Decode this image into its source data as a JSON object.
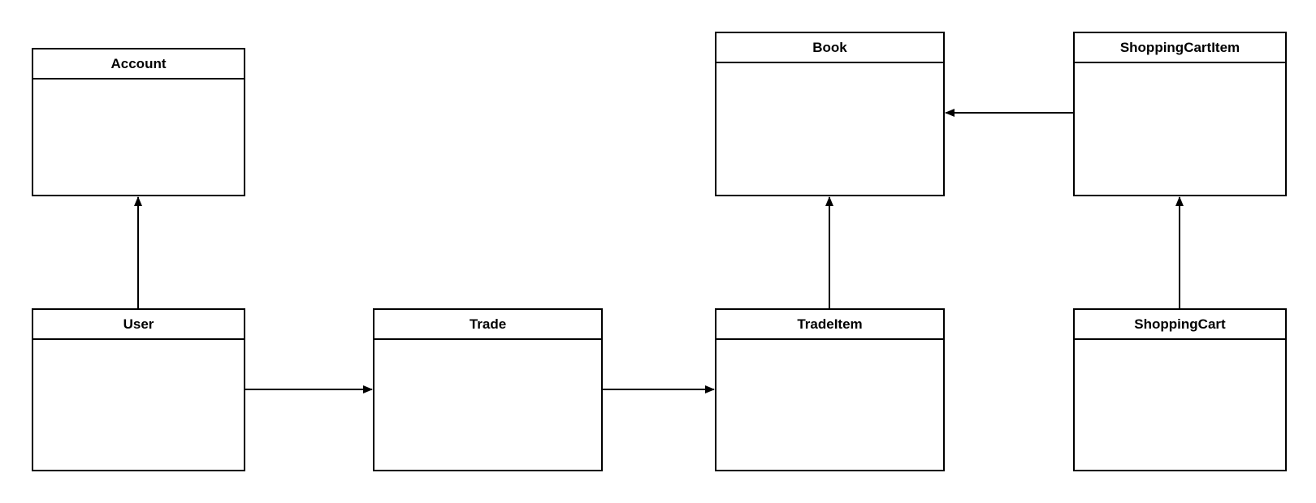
{
  "diagram": {
    "classes": {
      "account": "Account",
      "book": "Book",
      "shoppingcartitem": "ShoppingCartItem",
      "user": "User",
      "trade": "Trade",
      "tradeitem": "TradeItem",
      "shoppingcart": "ShoppingCart"
    },
    "relations": [
      {
        "from": "User",
        "to": "Account"
      },
      {
        "from": "User",
        "to": "Trade"
      },
      {
        "from": "Trade",
        "to": "TradeItem"
      },
      {
        "from": "TradeItem",
        "to": "Book"
      },
      {
        "from": "ShoppingCartItem",
        "to": "Book"
      },
      {
        "from": "ShoppingCart",
        "to": "ShoppingCartItem"
      }
    ],
    "colors": {
      "line": "#000000",
      "background": "#ffffff"
    }
  }
}
